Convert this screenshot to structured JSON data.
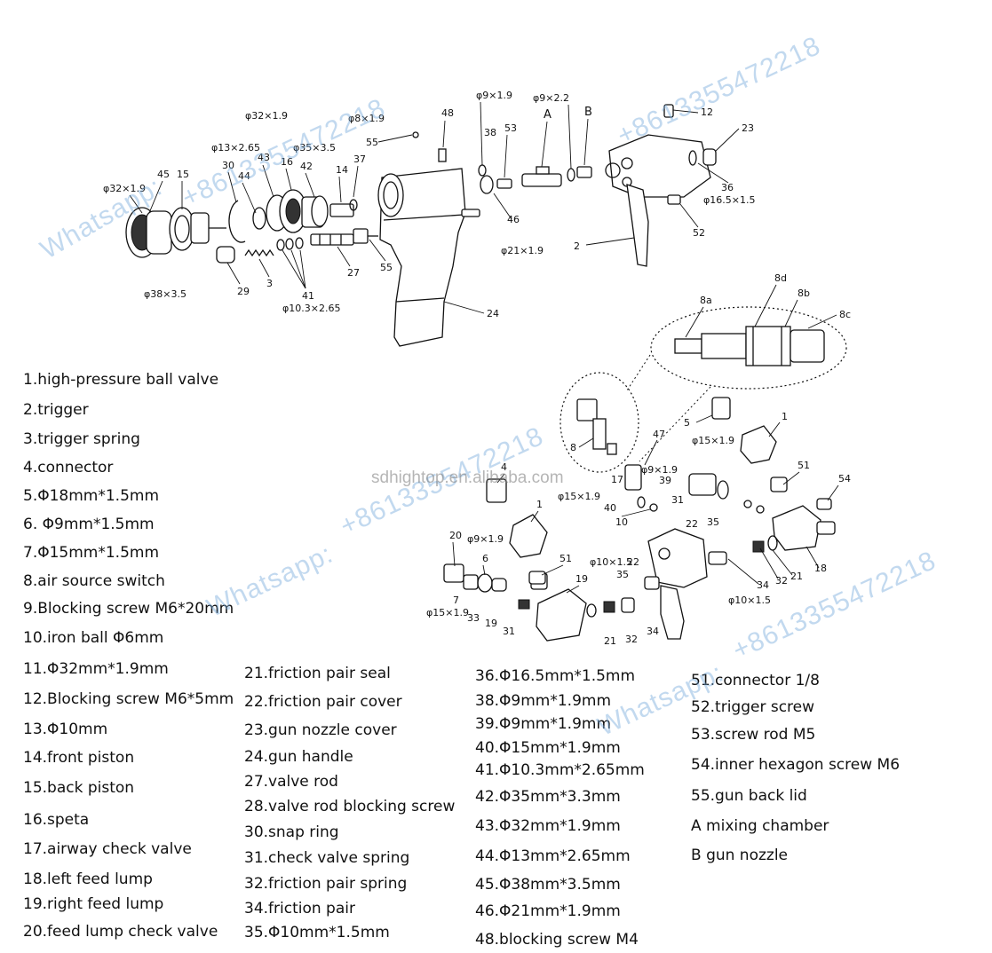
{
  "watermarks": {
    "whatsapp": "Whatsapp:",
    "phone": "+8613355472218",
    "site": "sdhightop.en.alibaba.com"
  },
  "callouts": {
    "c1": "1",
    "c2": "2",
    "c3": "3",
    "c4": "4",
    "c5": "5",
    "c6": "6",
    "c7": "7",
    "c8": "8",
    "c8a": "8a",
    "c8b": "8b",
    "c8c": "8c",
    "c8d": "8d",
    "c10": "10",
    "c12": "12",
    "c14": "14",
    "c15": "15",
    "c16": "16",
    "c17": "17",
    "c18": "18",
    "c19": "19",
    "c20": "20",
    "c21": "21",
    "c22": "22",
    "c23": "23",
    "c24": "24",
    "c27": "27",
    "c29": "29",
    "c30": "30",
    "c31": "31",
    "c32": "32",
    "c33": "33",
    "c34": "34",
    "c35": "35",
    "c36": "36",
    "c37": "37",
    "c38": "38",
    "c39": "39",
    "c40": "40",
    "c41": "41",
    "c42": "42",
    "c43": "43",
    "c44": "44",
    "c45": "45",
    "c46": "46",
    "c47": "47",
    "c48": "48",
    "c51": "51",
    "c52": "52",
    "c53": "53",
    "c54": "54",
    "c55": "55",
    "cA": "A",
    "cB": "B",
    "d32x19": "φ32×1.9",
    "d13x265": "φ13×2.65",
    "d35x35": "φ35×3.5",
    "d8x19": "φ8×1.9",
    "d38x35": "φ38×3.5",
    "d103x265": "φ10.3×2.65",
    "d9x19": "φ9×1.9",
    "d9x22": "φ9×2.2",
    "d21x19": "φ21×1.9",
    "d165x15": "φ16.5×1.5",
    "d15x19": "φ15×1.9",
    "d10x15": "φ10×1.5"
  },
  "legend": {
    "col1": [
      "1.high-pressure ball valve",
      "2.trigger",
      "3.trigger spring",
      "4.connector",
      "5.Φ18mm*1.5mm",
      "6. Φ9mm*1.5mm",
      "7.Φ15mm*1.5mm",
      "8.air source switch",
      "9.Blocking screw M6*20mm",
      "10.iron ball Φ6mm",
      "11.Φ32mm*1.9mm",
      "12.Blocking screw M6*5mm",
      "13.Φ10mm",
      "14.front piston",
      "15.back piston",
      "16.speta",
      "17.airway check valve",
      "18.left feed lump",
      "19.right feed lump",
      "20.feed lump check valve"
    ],
    "col2": [
      "21.friction pair seal",
      "22.friction pair cover",
      "23.gun nozzle cover",
      "24.gun handle",
      "27.valve rod",
      "28.valve rod blocking screw",
      "30.snap ring",
      "31.check valve spring",
      "32.friction pair spring",
      "34.friction pair",
      "35.Φ10mm*1.5mm"
    ],
    "col3": [
      "36.Φ16.5mm*1.5mm",
      "38.Φ9mm*1.9mm",
      "39.Φ9mm*1.9mm",
      "40.Φ15mm*1.9mm",
      "41.Φ10.3mm*2.65mm",
      "42.Φ35mm*3.3mm",
      "43.Φ32mm*1.9mm",
      "44.Φ13mm*2.65mm",
      "45.Φ38mm*3.5mm",
      "46.Φ21mm*1.9mm",
      "48.blocking screw M4"
    ],
    "col4": [
      "51.connector 1/8",
      "52.trigger screw",
      "53.screw rod M5",
      "54.inner hexagon screw M6",
      "55.gun back lid",
      "A mixing chamber",
      "B gun nozzle"
    ]
  }
}
